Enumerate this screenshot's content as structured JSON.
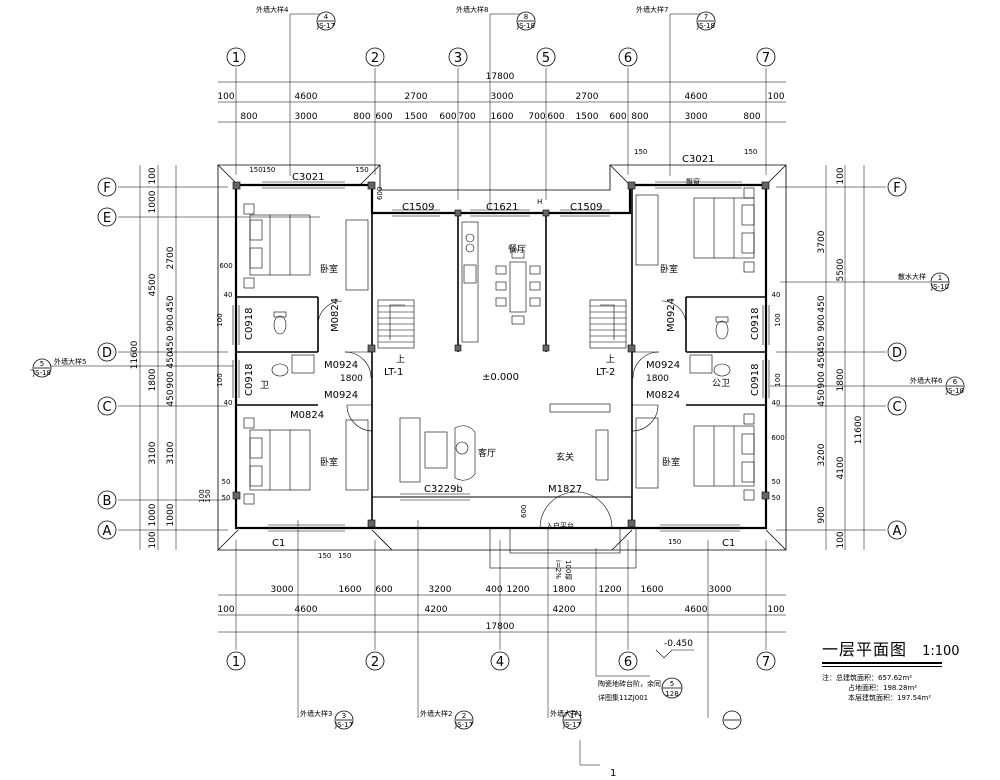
{
  "title": "一层平面图",
  "scale": "1:100",
  "notes": [
    "注：总建筑面积：657.62m²",
    "占地面积：198.28m²",
    "本层建筑面积：197.54m²"
  ],
  "grid_top": [
    "1",
    "2",
    "3",
    "5",
    "6",
    "7"
  ],
  "grid_bottom": [
    "1",
    "2",
    "4",
    "6",
    "7"
  ],
  "grid_rows": [
    "F",
    "E",
    "D",
    "C",
    "B",
    "A"
  ],
  "dims_top": {
    "total": "17800",
    "row2": [
      "100",
      "4600",
      "2700",
      "3000",
      "2700",
      "4600",
      "100"
    ],
    "row3": [
      "800",
      "3000",
      "800",
      "600",
      "1500",
      "600",
      "700",
      "1600",
      "700",
      "600",
      "1500",
      "600",
      "800",
      "3000",
      "800"
    ]
  },
  "dims_bottom": {
    "row1": [
      "3000",
      "1600",
      "600",
      "3200",
      "400",
      "1200",
      "1800",
      "1200",
      "1600",
      "3000"
    ],
    "row2": [
      "100",
      "4600",
      "4200",
      "4200",
      "4600",
      "100"
    ],
    "total": "17800"
  },
  "dims_left": {
    "outer": [
      "100",
      "1000",
      "4500",
      "11600",
      "1800",
      "3100",
      "1000",
      "100"
    ],
    "inner": [
      "2700",
      "450",
      "900",
      "450",
      "450",
      "900",
      "450",
      "3100",
      "1000"
    ],
    "small": [
      "600",
      "50",
      "50",
      "40",
      "40",
      "100",
      "100",
      "150",
      "150",
      "100",
      "150"
    ]
  },
  "dims_right": {
    "outer": [
      "100",
      "5500",
      "11600",
      "1800",
      "4100",
      "100"
    ],
    "inner": [
      "3700",
      "450",
      "900",
      "450",
      "450",
      "900",
      "450",
      "3200",
      "900"
    ],
    "small": [
      "600",
      "40",
      "40",
      "50",
      "50",
      "100",
      "100"
    ]
  },
  "windows": [
    "C3021",
    "C3021",
    "C1509",
    "C1621",
    "C1509",
    "C0918",
    "C0918",
    "C0918",
    "C0918",
    "C3229b",
    "C1",
    "C1"
  ],
  "doors": [
    "M0824",
    "M0924",
    "M0924",
    "M0824",
    "M0924",
    "M0924",
    "M0824",
    "M1827"
  ],
  "stairs": [
    "LT-1",
    "LT-2",
    "上",
    "上"
  ],
  "rooms": [
    "卧室",
    "卧室",
    "卧室",
    "卧室",
    "卫",
    "公卫",
    "餐厅",
    "客厅",
    "玄关",
    "入户平台"
  ],
  "level": "±0.000",
  "outer_level": "-0.450",
  "misc": [
    "1800",
    "1800",
    "150",
    "150",
    "150",
    "150",
    "150",
    "150",
    "600",
    "600",
    "H",
    "飘窗",
    "i=2%",
    "100厚"
  ],
  "callouts": [
    {
      "text": "外墙大样4",
      "num": "4",
      "ref": "JS-17"
    },
    {
      "text": "外墙大样8",
      "num": "8",
      "ref": "JS-18"
    },
    {
      "text": "外墙大样7",
      "num": "7",
      "ref": "JS-18"
    },
    {
      "text": "外墙大样5",
      "num": "5",
      "ref": "JS-18"
    },
    {
      "text": "散水大样",
      "num": "1",
      "ref": "JS-10"
    },
    {
      "text": "外墙大样6",
      "num": "6",
      "ref": "JS-18"
    },
    {
      "text": "外墙大样1",
      "num": "1",
      "ref": "JS-17"
    },
    {
      "text": "外墙大样2",
      "num": "2",
      "ref": "JS-17"
    },
    {
      "text": "外墙大样3",
      "num": "3",
      "ref": "JS-17"
    }
  ],
  "detail_ref": {
    "text": "陶瓷地砖台阶，余同",
    "std": "详图集11ZJ001",
    "num": "5",
    "page": "128"
  },
  "section_mark": "1"
}
